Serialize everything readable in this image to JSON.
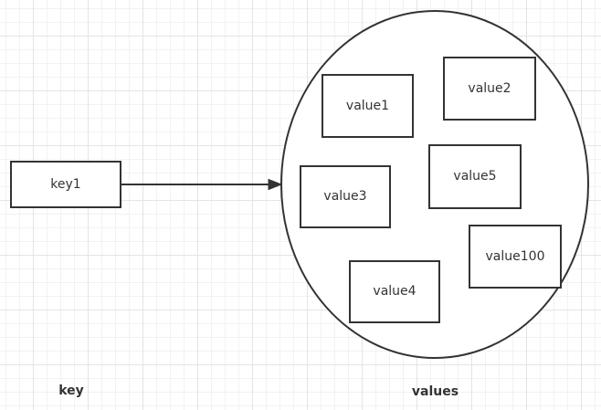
{
  "diagram": {
    "type": "key-values-mapping",
    "key_node": {
      "label": "key1"
    },
    "value_nodes": [
      {
        "label": "value1"
      },
      {
        "label": "value2"
      },
      {
        "label": "value3"
      },
      {
        "label": "value4"
      },
      {
        "label": "value5"
      },
      {
        "label": "value100"
      }
    ],
    "connector": {
      "from": "key1",
      "to": "values-set",
      "style": "solid-arrow"
    },
    "captions": {
      "key": "key",
      "values": "values"
    },
    "colors": {
      "stroke": "#333333",
      "text": "#333333",
      "shape_fill": "#ffffff",
      "background": "#ffffff",
      "grid_minor": "#f2f2f2",
      "grid_major": "#e4e4e4"
    }
  }
}
